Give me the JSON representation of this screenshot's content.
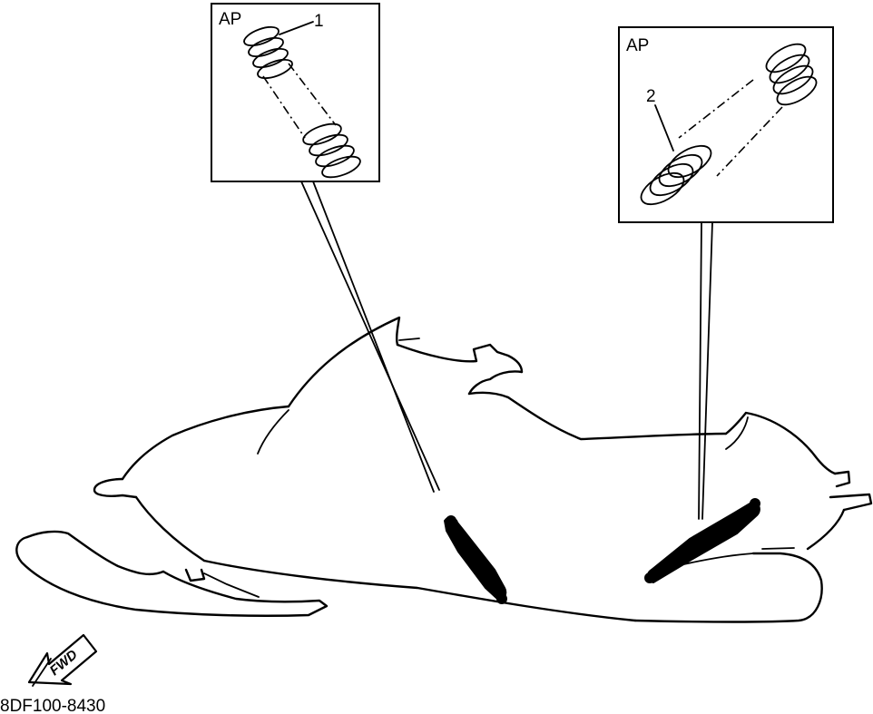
{
  "diagram": {
    "box_left": {
      "title": "AP",
      "callout": "1"
    },
    "box_right": {
      "title": "AP",
      "callout": "2"
    },
    "direction_arrow": {
      "label": "FWD"
    },
    "figure_code": "8DF100-8430"
  }
}
